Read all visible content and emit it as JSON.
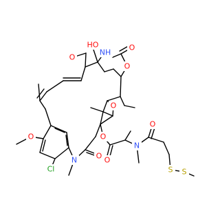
{
  "colors": {
    "carbon_bond": "#000000",
    "oxygen": "#ff0d0d",
    "nitrogen": "#3050f8",
    "chlorine": "#1fa01f",
    "sulfur": "#b8a000"
  },
  "atoms": {
    "o_methoxy_top": "O",
    "o_hydroxy": "HO",
    "n_carbamate": "NH",
    "o_carbamate_carbonyl": "O",
    "o_ring_carbamate": "O",
    "o_epoxide": "O",
    "o_ester": "O",
    "o_ester_carbonyl": "O",
    "n_amide": "N",
    "o_amide_carbonyl": "O",
    "s_1": "S",
    "s_2": "S",
    "o_methoxy_left": "O",
    "cl": "Cl",
    "n_lactam": "N",
    "o_lactam_carbonyl": "O"
  }
}
